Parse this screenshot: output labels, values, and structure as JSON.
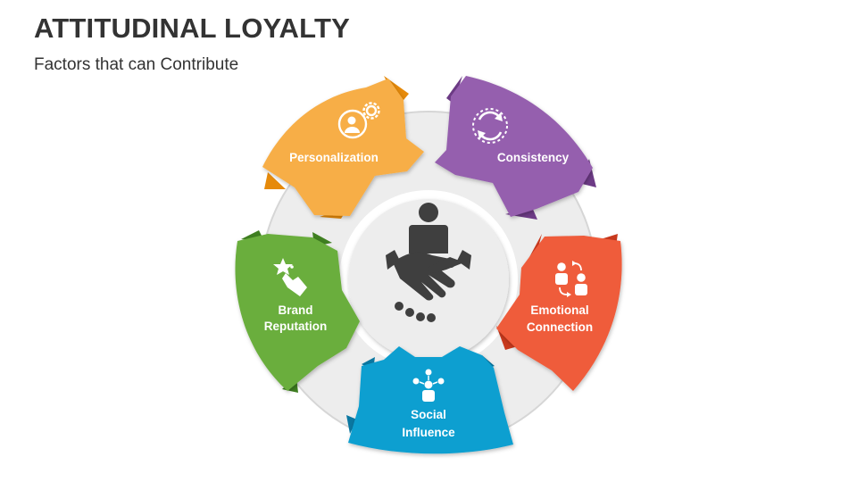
{
  "title": "ATTITUDINAL LOYALTY",
  "subtitle": "Factors that can Contribute",
  "center_icon": "handshake-person-icon",
  "factors": [
    {
      "id": "personalization",
      "label_lines": [
        "Personalization"
      ],
      "icon": "user-gear-icon",
      "color": "#F7AE46",
      "fold_color": "#E68A0A"
    },
    {
      "id": "consistency",
      "label_lines": [
        "Consistency"
      ],
      "icon": "cycle-arrows-icon",
      "color": "#955FAE",
      "fold_color": "#6D3B86"
    },
    {
      "id": "emotional-connection",
      "label_lines": [
        "Emotional",
        "Connection"
      ],
      "icon": "people-exchange-icon",
      "color": "#EF5B3B",
      "fold_color": "#C8391D"
    },
    {
      "id": "social-influence",
      "label_lines": [
        "Social",
        "Influence"
      ],
      "icon": "social-network-icon",
      "color": "#0E9FD0",
      "fold_color": "#0A77A1"
    },
    {
      "id": "brand-reputation",
      "label_lines": [
        "Brand",
        "Reputation"
      ],
      "icon": "hand-star-icon",
      "color": "#6BAE3E",
      "fold_color": "#3F7F21"
    }
  ],
  "colors": {
    "ring": "#EDEDED",
    "ring_edge": "#D6D6D6",
    "center_fill": "#EDEDED",
    "center_icon": "#3F3F3F",
    "text_dark": "#333333"
  }
}
